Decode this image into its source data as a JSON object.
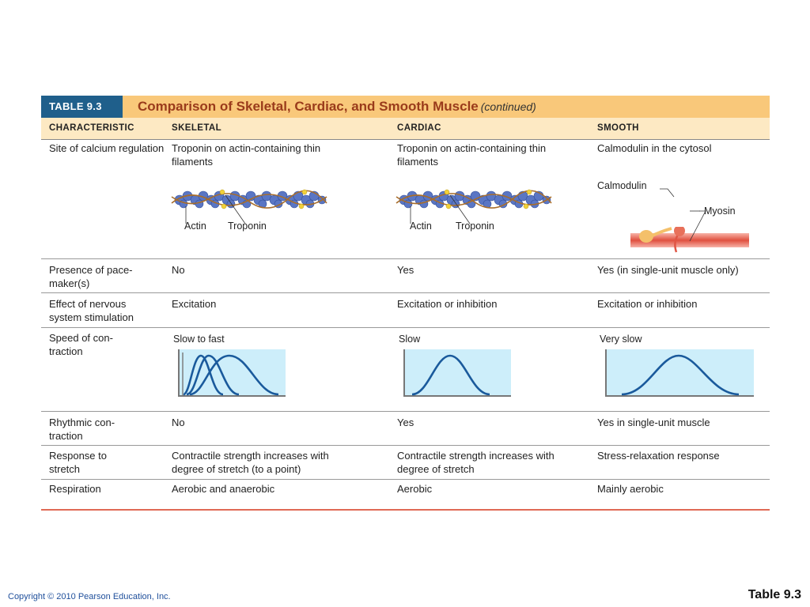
{
  "table": {
    "tag": "TABLE 9.3",
    "title": "Comparison of Skeletal, Cardiac, and Smooth Muscle",
    "title_suffix": "(continued)",
    "headers": [
      "CHARACTERISTIC",
      "SKELETAL",
      "CARDIAC",
      "SMOOTH"
    ],
    "rows": [
      {
        "c0": "Site of calcium regulation",
        "c1": "Troponin on actin-containing thin filaments",
        "c2": "Troponin on actin-containing thin filaments",
        "c3": "Calmodulin in the cytosol"
      },
      {
        "c0": "Presence of pace-maker(s)",
        "c1": "No",
        "c2": "Yes",
        "c3": "Yes (in single-unit muscle only)"
      },
      {
        "c0": "Effect of nervous system stimulation",
        "c1": "Excitation",
        "c2": "Excitation or inhibition",
        "c3": "Excitation or inhibition"
      },
      {
        "c0": "Speed of con-traction",
        "c1": "Slow to fast",
        "c2": "Slow",
        "c3": "Very slow"
      },
      {
        "c0": "Rhythmic con-traction",
        "c1": "No",
        "c2": "Yes",
        "c3": "Yes in single-unit muscle"
      },
      {
        "c0": "Response to stretch",
        "c1": "Contractile strength increases with degree of stretch (to a point)",
        "c2": "Contractile strength increases with degree of stretch",
        "c3": "Stress-relaxation response"
      },
      {
        "c0": "Respiration",
        "c1": "Aerobic and anaerobic",
        "c2": "Aerobic",
        "c3": "Mainly aerobic"
      }
    ]
  },
  "figure_labels": {
    "actin": "Actin",
    "troponin": "Troponin",
    "calmodulin": "Calmodulin",
    "myosin": "Myosin"
  },
  "colors": {
    "title_bar": "#f9c87a",
    "tag_bg": "#1f5f8b",
    "header_bg": "#fde9c3",
    "graph_bg": "#cdeefa",
    "curve": "#1a5a9c",
    "bottom_rule": "#e06a55"
  },
  "footer": {
    "copyright": "Copyright © 2010 Pearson Education, Inc.",
    "table_ref": "Table 9.3"
  }
}
